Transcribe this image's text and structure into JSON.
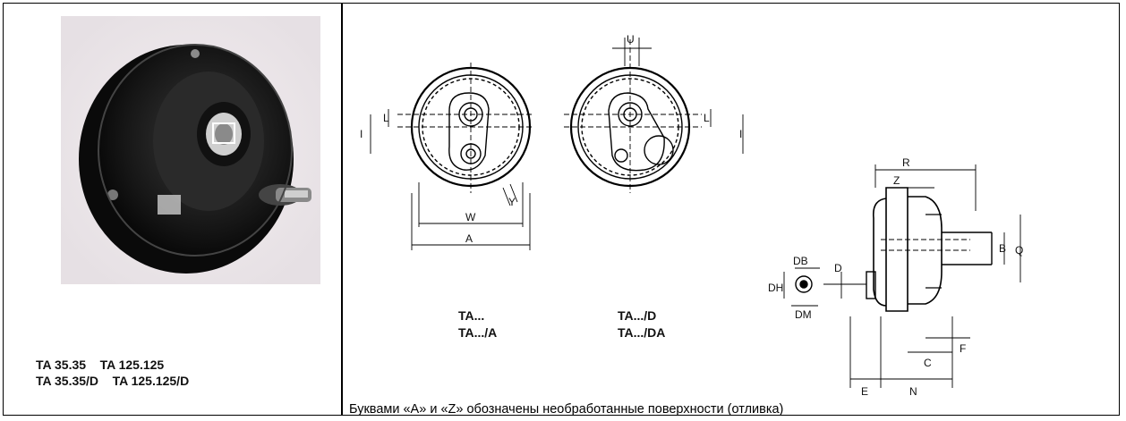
{
  "left_panel": {
    "models_line1": "TA 35.35    TA 125.125",
    "models_line2": "TA 35.35/D    TA 125.125/D"
  },
  "drawing": {
    "view1_labels": [
      "TA...",
      "TA.../A"
    ],
    "view2_labels": [
      "TA.../D",
      "TA.../DA"
    ],
    "dims": {
      "L": "L",
      "I": "I",
      "Y": "Y",
      "W": "W",
      "A": "A",
      "U": "U",
      "L2": "L",
      "I2": "I",
      "R": "R",
      "Z": "Z",
      "B": "B",
      "Q": "Q",
      "DB": "DB",
      "DH": "DH",
      "D": "D",
      "DM": "DM",
      "E": "E",
      "N": "N",
      "C": "C",
      "F": "F"
    }
  },
  "footnote": "Буквами «А» и «Z» обозначены необработанные поверхности (отливка)",
  "colors": {
    "line": "#000000",
    "body_dark": "#1a1a1a",
    "bg": "#ffffff"
  }
}
